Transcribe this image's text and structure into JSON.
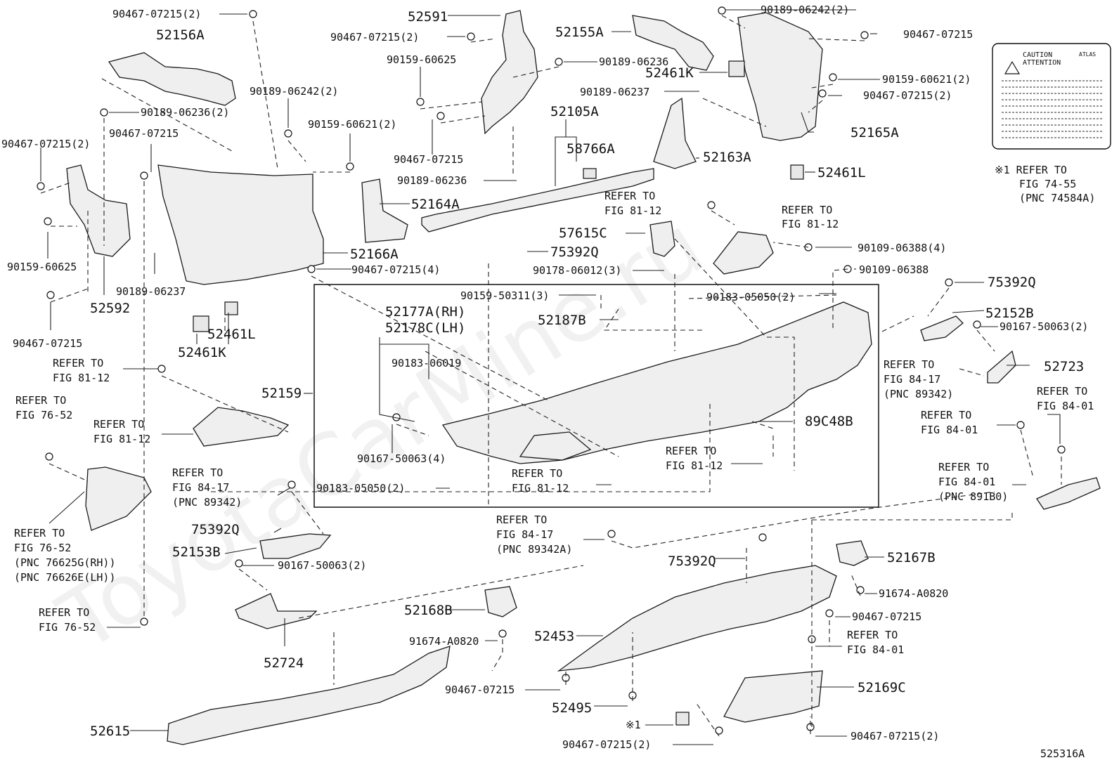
{
  "watermark": "ToyotaCarMine.ru",
  "footer_code": "525316A",
  "caution_label": {
    "line1": "CAUTION",
    "line2": "ATTENTION",
    "brand": "ATLAS"
  },
  "labels": {
    "l_90467_07215_2_a": "90467-07215(2)",
    "l_52156A": "52156A",
    "l_52591": "52591",
    "l_90467_07215_2_b": "90467-07215(2)",
    "l_90159_60625_a": "90159-60625",
    "l_52155A": "52155A",
    "l_90189_06242_2_a": "90189-06242(2)",
    "l_90467_07215_a": "90467-07215",
    "l_90189_06236_a": "90189-06236",
    "l_52461K_a": "52461K",
    "l_90159_60621_2_a": "90159-60621(2)",
    "l_90189_06242_2_b": "90189-06242(2)",
    "l_90189_06237_a": "90189-06237",
    "l_90467_07215_2_c": "90467-07215(2)",
    "l_52105A": "52105A",
    "l_90189_06236_2": "90189-06236(2)",
    "l_90467_07215_b": "90467-07215",
    "l_90159_60621_2_b": "90159-60621(2)",
    "l_52165A": "52165A",
    "l_90467_07215_2_d": "90467-07215(2)",
    "l_58766A": "58766A",
    "l_90467_07215_c": "90467-07215",
    "l_52163A": "52163A",
    "l_90189_06236_b": "90189-06236",
    "l_52461L_a": "52461L",
    "l_refer_74_55_1": "※1 REFER TO",
    "l_refer_74_55_2": "FIG 74-55",
    "l_refer_74_55_3": "(PNC 74584A)",
    "l_52164A": "52164A",
    "l_refer_81_12_a1": "REFER TO",
    "l_refer_81_12_a2": "FIG 81-12",
    "l_refer_81_12_b1": "REFER TO",
    "l_refer_81_12_b2": "FIG 81-12",
    "l_90159_60625_b": "90159-60625",
    "l_52166A": "52166A",
    "l_57615C": "57615C",
    "l_90109_06388_4": "90109-06388(4)",
    "l_75392Q_a": "75392Q",
    "l_90109_06388": "90109-06388",
    "l_90189_06237_b": "90189-06237",
    "l_90467_07215_4": "90467-07215(4)",
    "l_90178_06012_3": "90178-06012(3)",
    "l_75392Q_b": "75392Q",
    "l_52592": "52592",
    "l_52177A": "52177A(RH)",
    "l_52178C": "52178C(LH)",
    "l_90159_50311_3": "90159-50311(3)",
    "l_90183_05050_2_a": "90183-05050(2)",
    "l_52152B": "52152B",
    "l_90467_07215_d": "90467-07215",
    "l_52187B": "52187B",
    "l_90167_50063_2_a": "90167-50063(2)",
    "l_52461L_b": "52461L",
    "l_52461K_b": "52461K",
    "l_90183_06019": "90183-06019",
    "l_refer_84_17_a1": "REFER TO",
    "l_refer_84_17_a2": "FIG 84-17",
    "l_refer_84_17_a3": "(PNC 89342)",
    "l_52723": "52723",
    "l_refer_81_12_c1": "REFER TO",
    "l_refer_81_12_c2": "FIG 81-12",
    "l_52159": "52159",
    "l_refer_76_52_a1": "REFER TO",
    "l_refer_76_52_a2": "FIG 76-52",
    "l_refer_81_12_d1": "REFER TO",
    "l_refer_81_12_d2": "FIG 81-12",
    "l_89C48B": "89C48B",
    "l_refer_84_01_a1": "REFER TO",
    "l_refer_84_01_a2": "FIG 84-01",
    "l_refer_84_01_b1": "REFER TO",
    "l_refer_84_01_b2": "FIG 84-01",
    "l_90167_50063_4": "90167-50063(4)",
    "l_refer_81_12_e1": "REFER TO",
    "l_refer_81_12_e2": "FIG 81-12",
    "l_refer_81_12_f1": "REFER TO",
    "l_refer_81_12_f2": "FIG 81-12",
    "l_refer_84_17_b1": "REFER TO",
    "l_refer_84_17_b2": "FIG 84-17",
    "l_refer_84_17_b3": "(PNC 89342)",
    "l_90183_05050_2_b": "90183-05050(2)",
    "l_refer_84_01_c1": "REFER TO",
    "l_refer_84_01_c2": "FIG 84-01",
    "l_refer_84_01_c3": "(PNC 891B0)",
    "l_refer_76_52_b1": "REFER TO",
    "l_refer_76_52_b2": "FIG 76-52",
    "l_refer_76_52_b3": "(PNC 76625G(RH))",
    "l_refer_76_52_b4": "(PNC 76626E(LH))",
    "l_75392Q_c": "75392Q",
    "l_52153B": "52153B",
    "l_refer_84_17_c1": "REFER TO",
    "l_refer_84_17_c2": "FIG 84-17",
    "l_refer_84_17_c3": "(PNC 89342A)",
    "l_75392Q_d": "75392Q",
    "l_52167B": "52167B",
    "l_90167_50063_2_b": "90167-50063(2)",
    "l_91674_A0820_a": "91674-A0820",
    "l_52168B": "52168B",
    "l_90467_07215_e": "90467-07215",
    "l_52453": "52453",
    "l_refer_84_01_d1": "REFER TO",
    "l_refer_84_01_d2": "FIG 84-01",
    "l_91674_A0820_b": "91674-A0820",
    "l_refer_76_52_c1": "REFER TO",
    "l_refer_76_52_c2": "FIG 76-52",
    "l_52724": "52724",
    "l_52169C": "52169C",
    "l_90467_07215_f": "90467-07215",
    "l_52495": "52495",
    "l_52615": "52615",
    "l_note1": "※1",
    "l_90467_07215_2_e": "90467-07215(2)",
    "l_90467_07215_2_f": "90467-07215(2)"
  }
}
